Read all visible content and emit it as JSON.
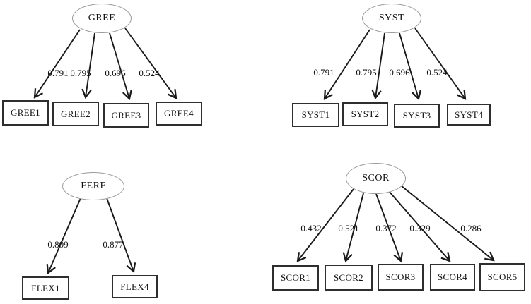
{
  "figure_type": "sem-path-diagram",
  "colors": {
    "background": "#ffffff",
    "arrow": "#1a1a1a",
    "box_border": "#2e2e2e",
    "ellipse_border": "#9a9a9a",
    "text": "#111111"
  },
  "diagrams": [
    {
      "latent": "GREE",
      "indicators": [
        {
          "label": "GREE1",
          "loading": "0.791"
        },
        {
          "label": "GREE2",
          "loading": "0.795"
        },
        {
          "label": "GREE3",
          "loading": "0.696"
        },
        {
          "label": "GREE4",
          "loading": "0.524"
        }
      ]
    },
    {
      "latent": "SYST",
      "indicators": [
        {
          "label": "SYST1",
          "loading": "0.791"
        },
        {
          "label": "SYST2",
          "loading": "0.795"
        },
        {
          "label": "SYST3",
          "loading": "0.696"
        },
        {
          "label": "SYST4",
          "loading": "0.524"
        }
      ]
    },
    {
      "latent": "FERF",
      "indicators": [
        {
          "label": "FLEX1",
          "loading": "0.809"
        },
        {
          "label": "FLEX4",
          "loading": "0.877"
        }
      ]
    },
    {
      "latent": "SCOR",
      "indicators": [
        {
          "label": "SCOR1",
          "loading": "0.432"
        },
        {
          "label": "SCOR2",
          "loading": "0.521"
        },
        {
          "label": "SCOR3",
          "loading": "0.372"
        },
        {
          "label": "SCOR4",
          "loading": "0.329"
        },
        {
          "label": "SCOR5",
          "loading": "0.286"
        }
      ]
    }
  ]
}
